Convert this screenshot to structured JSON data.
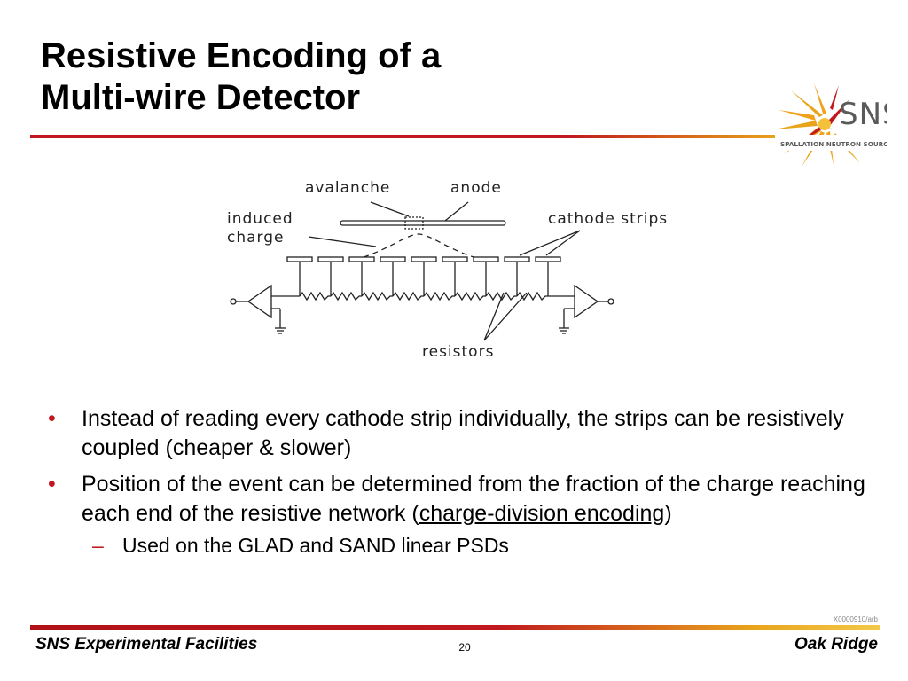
{
  "slide": {
    "title_line1": "Resistive Encoding of a",
    "title_line2": "Multi-wire Detector"
  },
  "logo": {
    "text": "SNS",
    "subtext": "SPALLATION NEUTRON SOURCE"
  },
  "diagram": {
    "label_avalanche": "avalanche",
    "label_anode": "anode",
    "label_induced": "induced",
    "label_charge": "charge",
    "label_cathode": "cathode  strips",
    "label_resistors": "resistors"
  },
  "bullets": [
    {
      "text": "Instead of reading every cathode strip individually, the strips can be resistively coupled (cheaper & slower)"
    },
    {
      "text_pre": "Position of the event can be determined from the fraction of the charge reaching each end of the resistive network (",
      "text_link": "charge-division encoding",
      "text_post": ")"
    }
  ],
  "subbullet": {
    "text": "Used on the GLAD and SAND linear PSDs"
  },
  "ref_code": "X0000910/arb",
  "footer": {
    "left": "SNS Experimental Facilities",
    "page": "20",
    "right": "Oak Ridge"
  },
  "colors": {
    "accent_red": "#c0181e",
    "accent_gold": "#e8a41b"
  }
}
